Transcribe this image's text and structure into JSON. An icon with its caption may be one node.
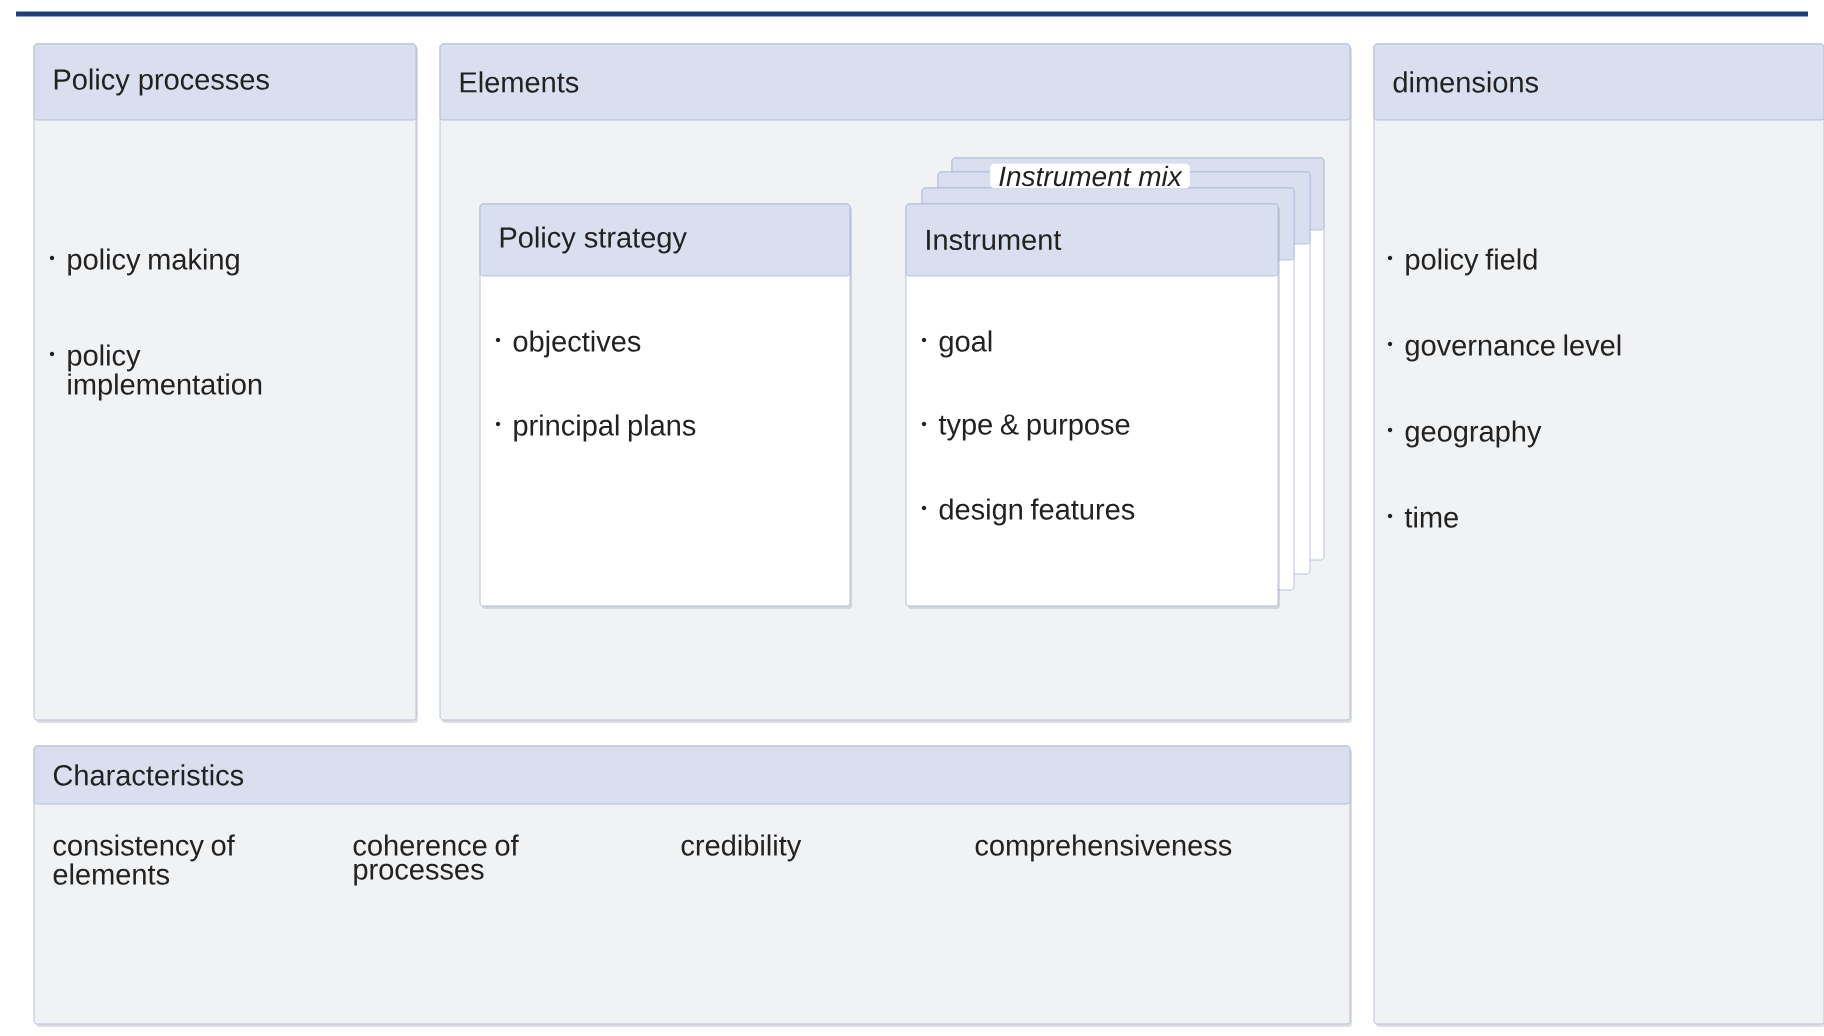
{
  "diagram": {
    "nodes": [
      {
        "text": [
          "Policy processes",
          "policy making",
          "policy implementation"
        ]
      },
      {
        "text": [
          "Elements"
        ]
      },
      {
        "text": [
          "Policy strategy",
          "objectives",
          "principal plans"
        ],
        "in": 1
      },
      {
        "text": [
          "Instrument mix"
        ],
        "in": 1
      },
      {
        "text": [
          "Instrument",
          "goal",
          "type & purpose",
          "design features"
        ],
        "in": 1
      },
      {
        "text": [
          "dimensions",
          "policy field",
          "governance level",
          "geography",
          "time"
        ]
      },
      {
        "text": [
          "Characteristics",
          "consistency of elements",
          "coherence of processes",
          "credibility",
          "comprehensiveness"
        ]
      }
    ]
  }
}
